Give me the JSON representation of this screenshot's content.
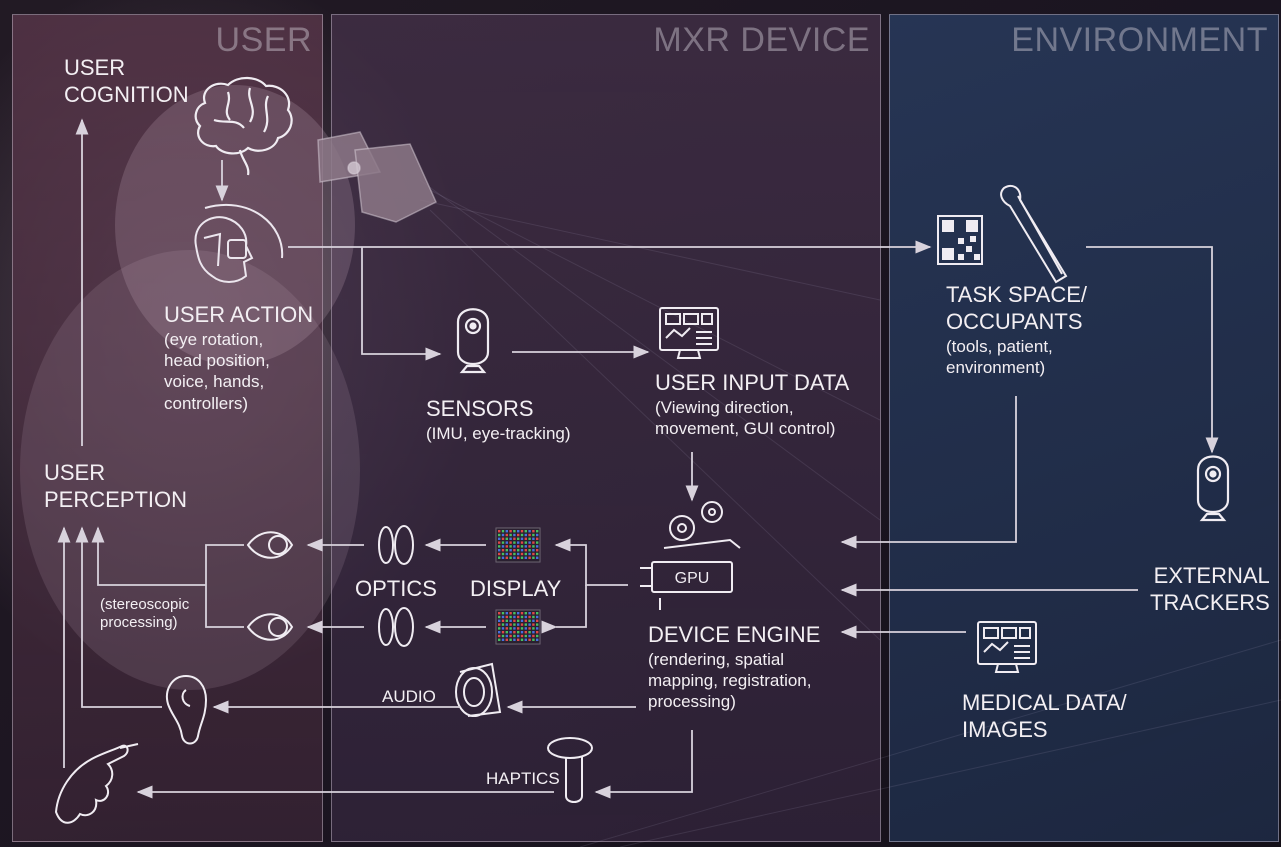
{
  "panels": {
    "user": "USER",
    "device": "MXR DEVICE",
    "environment": "ENVIRONMENT"
  },
  "nodes": {
    "user_cognition": [
      "USER",
      "COGNITION"
    ],
    "user_action": {
      "title": "USER ACTION",
      "detail": [
        "(eye rotation,",
        "head position,",
        "voice, hands,",
        "controllers)"
      ]
    },
    "user_perception": [
      "USER",
      "PERCEPTION"
    ],
    "stereo": [
      "(stereoscopic",
      "processing)"
    ],
    "sensors": {
      "title": "SENSORS",
      "detail": "(IMU, eye-tracking)"
    },
    "user_input": {
      "title": "USER INPUT DATA",
      "detail": [
        "(Viewing direction,",
        "movement, GUI control)"
      ]
    },
    "task_space": {
      "title": [
        "TASK SPACE/",
        "OCCUPANTS"
      ],
      "detail": [
        "(tools, patient,",
        "environment)"
      ]
    },
    "optics": "OPTICS",
    "display": "DISPLAY",
    "device_engine": {
      "title": "DEVICE ENGINE",
      "detail": [
        "(rendering, spatial",
        "mapping, registration,",
        "processing)"
      ]
    },
    "external_trackers": [
      "EXTERNAL",
      "TRACKERS"
    ],
    "medical_data": [
      "MEDICAL DATA/",
      "IMAGES"
    ],
    "audio": "AUDIO",
    "haptics": "HAPTICS",
    "gpu": "GPU"
  },
  "colors": {
    "line": "#d8d2dc",
    "user_panel": "#5a374b",
    "device_panel": "#46324b",
    "env_panel": "#283a5c"
  },
  "icons": [
    "brain-icon",
    "head-profile-icon",
    "vr-headset-icon",
    "camera-sensor-icon",
    "monitor-data-icon",
    "qr-code-icon",
    "scalpel-icon",
    "eye-icon",
    "lens-icon",
    "pixel-display-icon",
    "gpu-gears-icon",
    "ear-icon",
    "speaker-icon",
    "controller-icon",
    "hand-icon"
  ]
}
